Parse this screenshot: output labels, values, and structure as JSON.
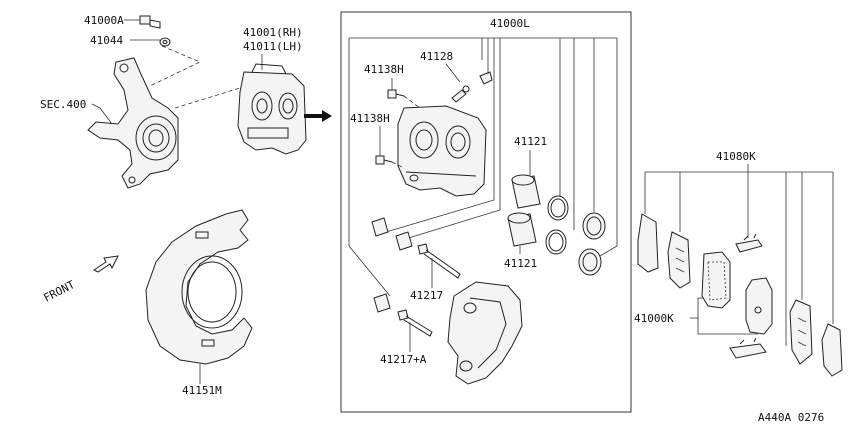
{
  "labels": {
    "l41000A": "41000A",
    "l41044": "41044",
    "lSEC400": "SEC.400",
    "l41001": "41001(RH)",
    "l41011": "41011(LH)",
    "l41000L": "41000L",
    "l41128": "41128",
    "l41138H_a": "41138H",
    "l41138H_b": "41138H",
    "l41121_a": "41121",
    "l41121_b": "41121",
    "l41217": "41217",
    "l41217A": "41217+A",
    "l41080K": "41080K",
    "l41000K": "41000K",
    "l41151M": "41151M",
    "lFRONT": "FRONT",
    "lCode": "A440A 0276"
  }
}
